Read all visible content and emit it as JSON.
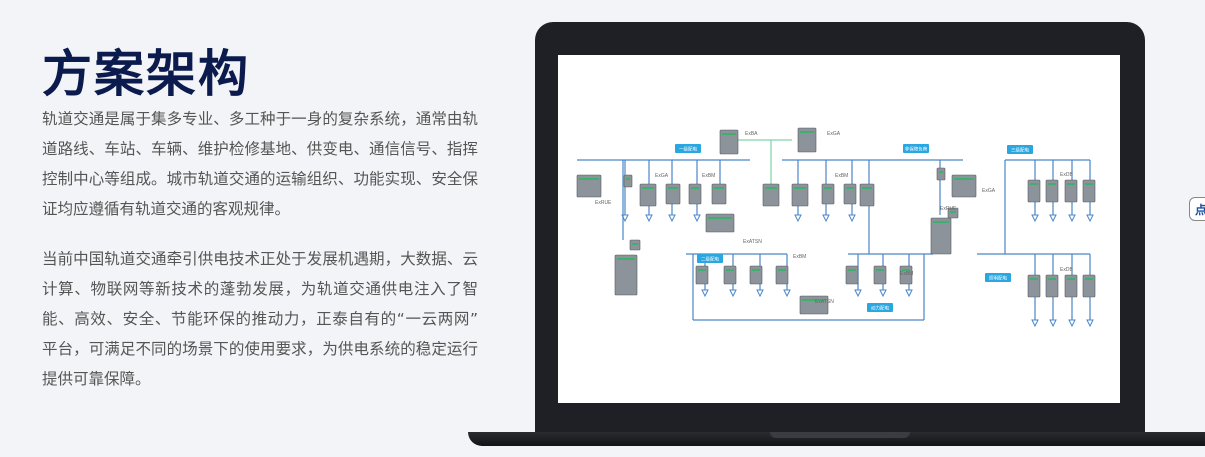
{
  "title": "方案架构",
  "paragraphs": [
    "轨道交通是属于集多专业、多工种于一身的复杂系统，通常由轨道路线、车站、车辆、维护检修基地、供变电、通信信号、指挥控制中心等组成。城市轨道交通的运输组织、功能实现、安全保证均应遵循有轨道交通的客观规律。",
    "当前中国轨道交通牵引供电技术正处于发展机遇期，大数据、云计算、物联网等新技术的蓬勃发展，为轨道交通供电注入了智能、高效、安全、节能环保的推动力，正泰自有的“一云两网” 平台，可满足不同的场景下的使用要求，为供电系统的稳定运行提供可靠保障。"
  ],
  "float_button": "点",
  "diagram": {
    "tags": [
      "一级配电",
      "非保障负荷",
      "三级配电",
      "二级配电",
      "动力配电",
      "照明配电"
    ],
    "labels": [
      "ExBA",
      "ExGA",
      "ExGA",
      "ExBM",
      "ExBM",
      "ExGA",
      "ExRUE",
      "ExRUE",
      "ExATSN",
      "ExBM",
      "ExBM",
      "ExATSN",
      "ExDB",
      "ExDB"
    ],
    "tag_color": "#2aa7e0",
    "line_color": "#4a86c8"
  }
}
